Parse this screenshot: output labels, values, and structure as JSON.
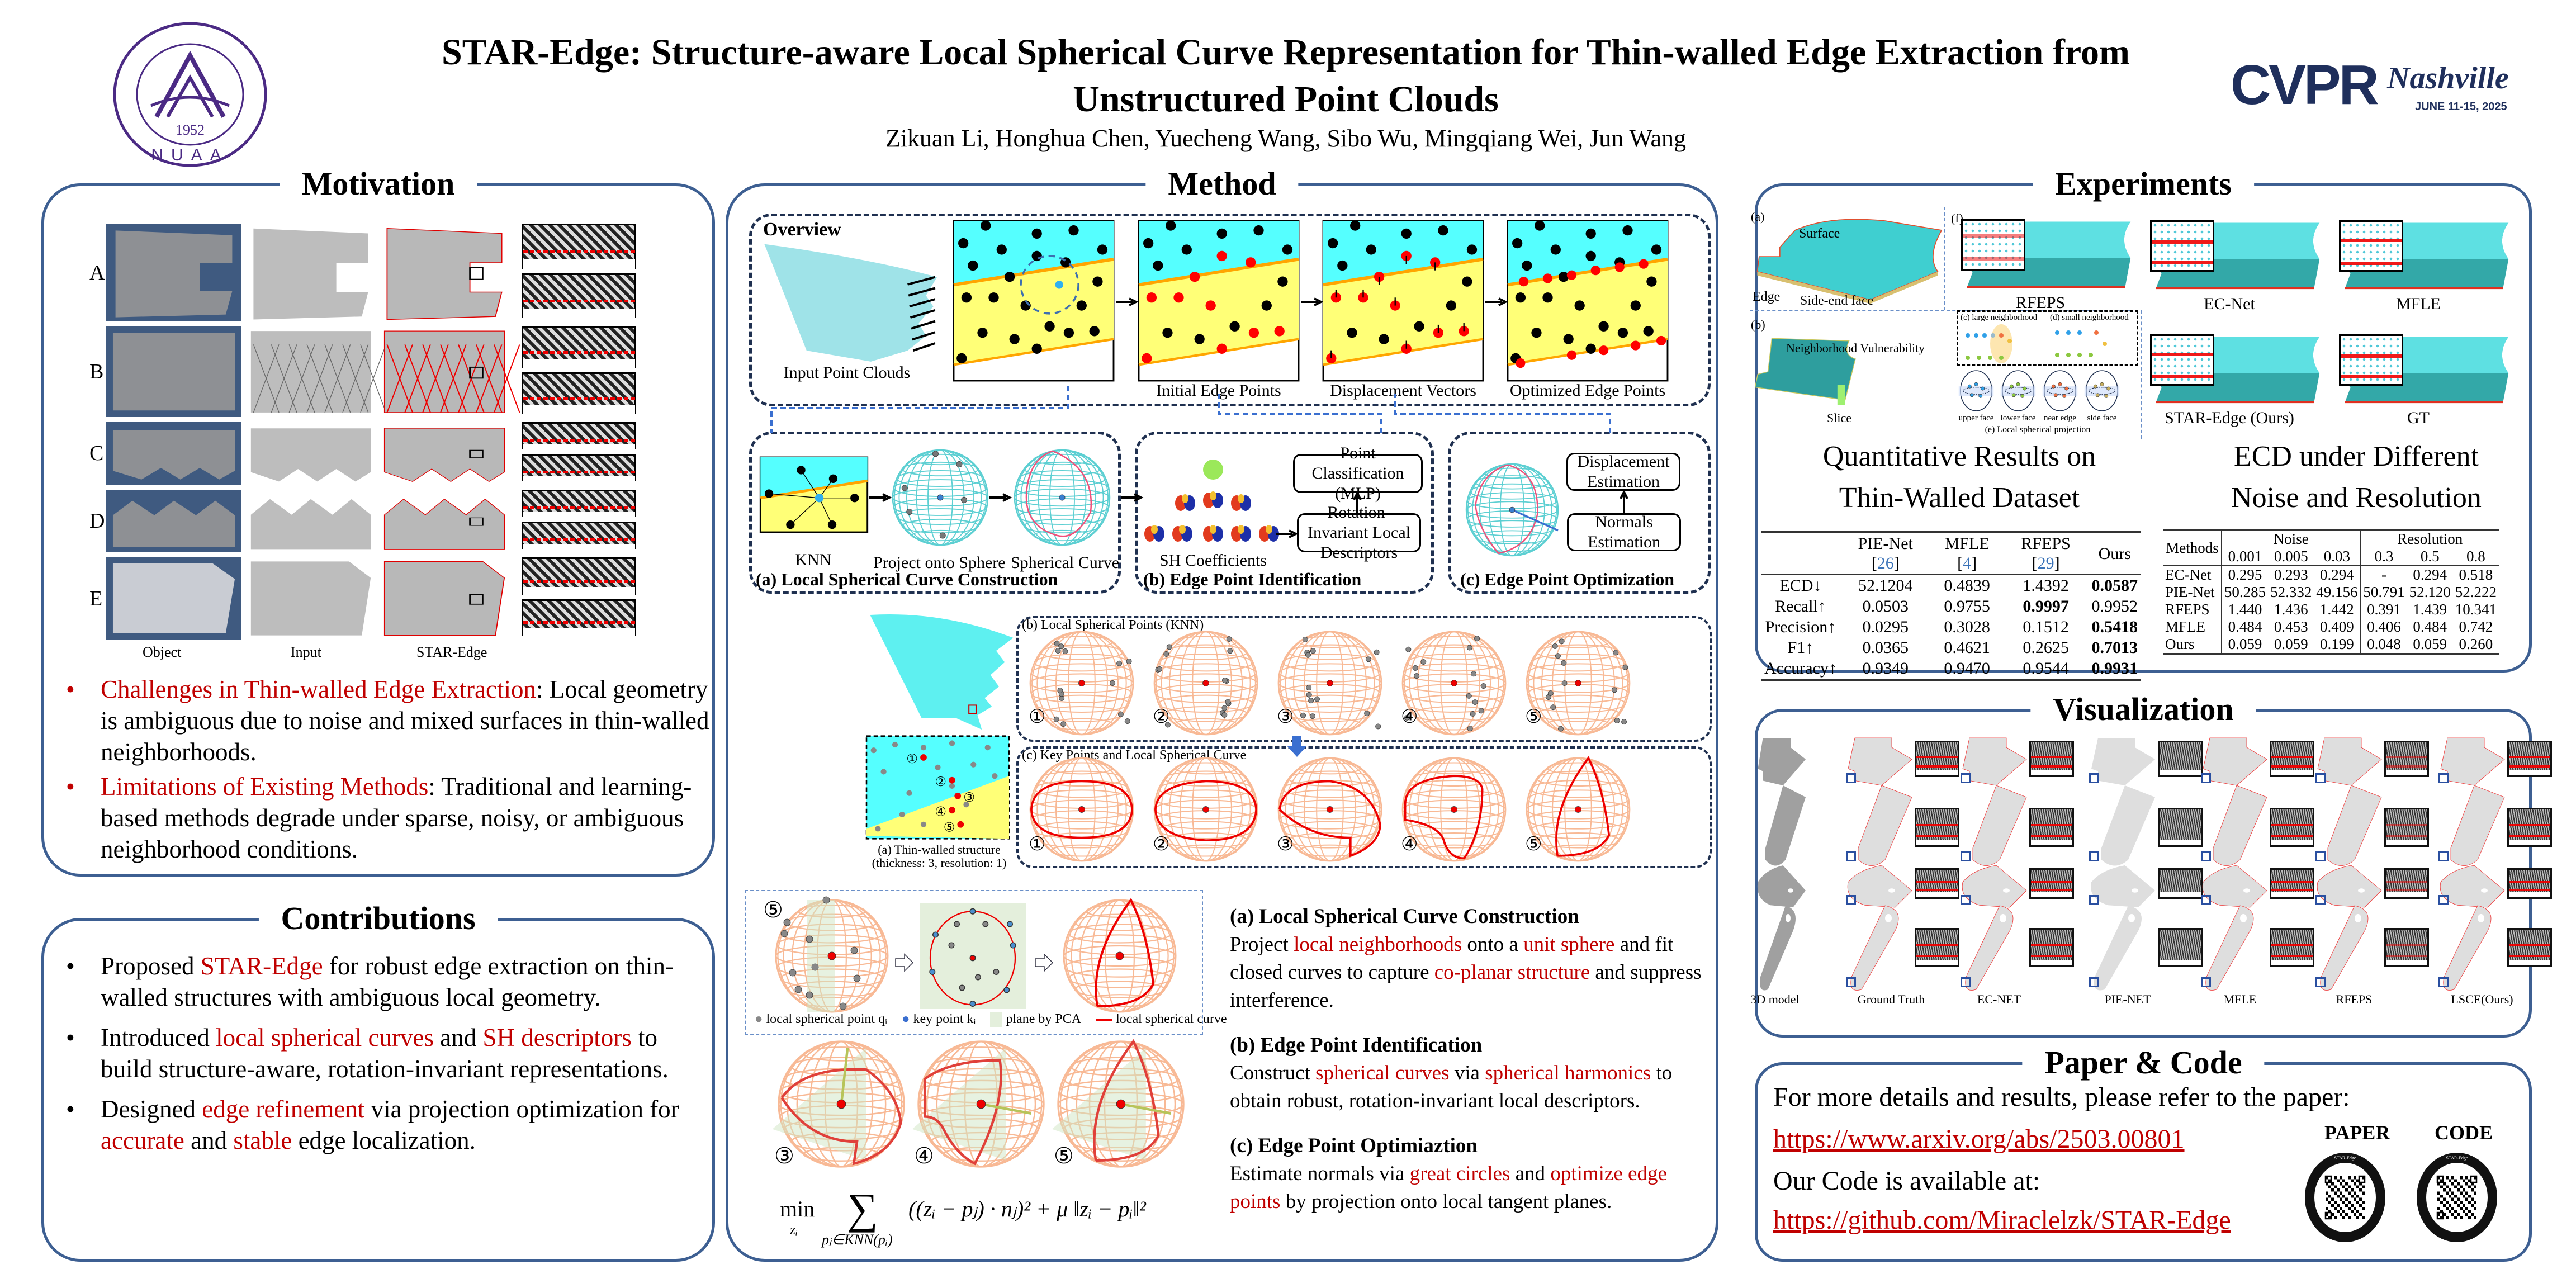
{
  "header": {
    "title_line1": "STAR-Edge: Structure-aware Local Spherical Curve Representation for Thin-walled Edge Extraction from",
    "title_line2": "Unstructured Point Clouds",
    "authors": "Zikuan Li, Honghua Chen, Yuecheng Wang, Sibo Wu, Mingqiang Wei, Jun Wang",
    "logo_left": {
      "year": "1952",
      "name": "NUAA"
    },
    "logo_right": {
      "name": "CVPR",
      "city": "Nashville",
      "dates": "JUNE 11-15, 2025"
    },
    "colors": {
      "panel_border": "#3d5f92",
      "highlight": "#c00000",
      "logo_purple": "#4b2a84",
      "cvpr_navy": "#1f2f5c"
    }
  },
  "motivation": {
    "title": "Motivation",
    "rows": [
      "A",
      "B",
      "C",
      "D",
      "E"
    ],
    "columns": [
      "Object",
      "Input",
      "STAR-Edge"
    ],
    "bullets": [
      [
        {
          "t": "Challenges in Thin-walled Edge Extraction",
          "red": true
        },
        {
          "t": ": Local geometry is ambiguous due to noise and mixed surfaces in thin-walled neighborhoods."
        }
      ],
      [
        {
          "t": "Limitations of Existing Methods",
          "red": true
        },
        {
          "t": ": Traditional and learning-based methods degrade under sparse, noisy, or ambiguous neighborhood conditions."
        }
      ]
    ]
  },
  "contributions": {
    "title": "Contributions",
    "bullets": [
      [
        {
          "t": "Proposed "
        },
        {
          "t": "STAR-Edge",
          "red": true
        },
        {
          "t": " for robust edge extraction on thin-walled structures with ambiguous local geometry."
        }
      ],
      [
        {
          "t": "Introduced "
        },
        {
          "t": "local spherical curves",
          "red": true
        },
        {
          "t": " and "
        },
        {
          "t": "SH descriptors",
          "red": true
        },
        {
          "t": " to build structure-aware, rotation-invariant representations."
        }
      ],
      [
        {
          "t": "Designed "
        },
        {
          "t": "edge refinement",
          "red": true
        },
        {
          "t": " via projection optimization for "
        },
        {
          "t": "accurate",
          "red": true
        },
        {
          "t": " and "
        },
        {
          "t": "stable",
          "red": true
        },
        {
          "t": " edge localization."
        }
      ]
    ]
  },
  "method": {
    "title": "Method",
    "overview": {
      "label": "Overview",
      "input_caption": "Input Point Clouds",
      "stages": [
        "Initial Edge Points",
        "Displacement Vectors",
        "Optimized Edge Points"
      ]
    },
    "a": {
      "title": "(a) Local Spherical Curve Construction",
      "knn": "KNN",
      "project": "Project onto Sphere",
      "curve": "Spherical Curve"
    },
    "b": {
      "title": "(b) Edge Point Identification",
      "sh": "SH Coefficients",
      "box1": "Point Classification (MLP)",
      "box2": "Rotation-Invariant Local Descriptors"
    },
    "c": {
      "title": "(c) Edge Point Optimization",
      "box1": "Displacement Estimation",
      "box2": "Normals Estimation"
    },
    "detail": {
      "caption_a": "(a) Thin-walled structure",
      "caption_a2": "(thickness: 3, resolution: 1)",
      "panel_b": "(b) Local Spherical Points (KNN)",
      "panel_c": "(c) Key Points and Local Spherical Curve",
      "markers": [
        "①",
        "②",
        "③",
        "④",
        "⑤"
      ]
    },
    "legend": {
      "marker": "⑤",
      "items": [
        "local spherical point qᵢ",
        "key point kᵢ",
        "plane by PCA",
        "local spherical curve"
      ]
    },
    "bottom_markers": [
      "③",
      "④",
      "⑤"
    ],
    "formula": {
      "min": "min",
      "var": "zᵢ",
      "sum": "∑",
      "sub": "pⱼ∈KNN(pᵢ)",
      "body": "((zᵢ − pⱼ) · nⱼ)² + μ ‖zᵢ − pᵢ‖²"
    },
    "descriptions": [
      {
        "heading": "(a) Local Spherical Curve Construction",
        "parts": [
          {
            "t": "Project "
          },
          {
            "t": "local neighborhoods",
            "red": true
          },
          {
            "t": " onto a "
          },
          {
            "t": "unit sphere",
            "red": true
          },
          {
            "t": " and fit closed curves to capture "
          },
          {
            "t": "co-planar structure",
            "red": true
          },
          {
            "t": " and suppress interference."
          }
        ]
      },
      {
        "heading": "(b) Edge Point Identification",
        "parts": [
          {
            "t": "Construct "
          },
          {
            "t": "spherical curves",
            "red": true
          },
          {
            "t": " via "
          },
          {
            "t": "spherical harmonics",
            "red": true
          },
          {
            "t": " to obtain robust, rotation-invariant local descriptors."
          }
        ]
      },
      {
        "heading": "(c) Edge Point Optimiaztion",
        "parts": [
          {
            "t": "Estimate normals via "
          },
          {
            "t": "great circles",
            "red": true
          },
          {
            "t": " and "
          },
          {
            "t": "optimize edge points",
            "red": true
          },
          {
            "t": " by projection onto local tangent planes."
          }
        ]
      }
    ]
  },
  "experiments": {
    "title": "Experiments",
    "figure": {
      "panel_a": "(a)",
      "panel_b": "(b)",
      "panel_f": "(f)",
      "surface": "Surface",
      "edge": "Edge",
      "side_end": "Side-end face",
      "vulnerability": "Neighborhood Vulnerability",
      "slice": "Slice",
      "large": "(c) large neighborhood",
      "small": "(d) small neighborhood",
      "faces": [
        "upper face",
        "lower face",
        "near edge",
        "side face"
      ],
      "projection": "(e) Local spherical projection",
      "methods": [
        "RFEPS",
        "EC-Net",
        "MFLE",
        "STAR-Edge (Ours)",
        "GT"
      ]
    },
    "quant_title": [
      "Quantitative Results on",
      "Thin-Walled Dataset"
    ],
    "ecd_title": [
      "ECD under Different",
      "Noise and Resolution"
    ],
    "table1": {
      "headers": [
        {
          "name": "PIE-Net",
          "ref": "26"
        },
        {
          "name": "MFLE",
          "ref": "4"
        },
        {
          "name": "RFEPS",
          "ref": "29"
        },
        {
          "name": "Ours",
          "ref": null
        }
      ],
      "rows": [
        {
          "metric": "ECD↓",
          "values": [
            "52.1204",
            "0.4839",
            "1.4392",
            "0.0587"
          ],
          "bold": 3
        },
        {
          "metric": "Recall↑",
          "values": [
            "0.0503",
            "0.9755",
            "0.9997",
            "0.9952"
          ],
          "bold": 2
        },
        {
          "metric": "Precision↑",
          "values": [
            "0.0295",
            "0.3028",
            "0.1512",
            "0.5418"
          ],
          "bold": 3
        },
        {
          "metric": "F1↑",
          "values": [
            "0.0365",
            "0.4621",
            "0.2625",
            "0.7013"
          ],
          "bold": 3
        },
        {
          "metric": "Accuracy↑",
          "values": [
            "0.9349",
            "0.9470",
            "0.9544",
            "0.9931"
          ],
          "bold": 3
        }
      ]
    },
    "table2": {
      "methods_label": "Methods",
      "noise_label": "Noise",
      "resolution_label": "Resolution",
      "noise_levels": [
        "0.001",
        "0.005",
        "0.03"
      ],
      "resolution_levels": [
        "0.3",
        "0.5",
        "0.8"
      ],
      "rows": [
        {
          "method": "EC-Net",
          "values": [
            "0.295",
            "0.293",
            "0.294",
            "-",
            "0.294",
            "0.518"
          ],
          "bold": false
        },
        {
          "method": "PIE-Net",
          "values": [
            "50.285",
            "52.332",
            "49.156",
            "50.791",
            "52.120",
            "52.222"
          ],
          "bold": false
        },
        {
          "method": "RFEPS",
          "values": [
            "1.440",
            "1.436",
            "1.442",
            "0.391",
            "1.439",
            "10.341"
          ],
          "bold": false
        },
        {
          "method": "MFLE",
          "values": [
            "0.484",
            "0.453",
            "0.409",
            "0.406",
            "0.484",
            "0.742"
          ],
          "bold": false
        },
        {
          "method": "Ours",
          "values": [
            "0.059",
            "0.059",
            "0.199",
            "0.048",
            "0.059",
            "0.260"
          ],
          "bold": true
        }
      ]
    }
  },
  "visualization": {
    "title": "Visualization",
    "columns": [
      "3D model",
      "Ground Truth",
      "EC-NET",
      "PIE-NET",
      "MFLE",
      "RFEPS",
      "LSCE(Ours)"
    ]
  },
  "paper_code": {
    "title": "Paper & Code",
    "paper_text": "For more details and results, please refer to the paper:",
    "paper_url": "https://www.arxiv.org/abs/2503.00801",
    "code_text": "Our Code is available at:",
    "code_url": "https://github.com/Miraclelzk/STAR-Edge",
    "qr_labels": [
      "PAPER",
      "CODE"
    ],
    "qr_ring_text": "STAR-Edge"
  }
}
